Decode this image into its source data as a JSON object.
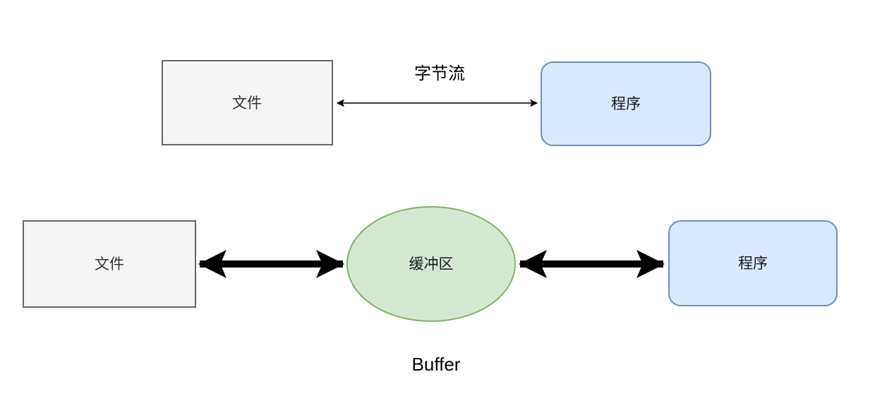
{
  "diagram": {
    "top_row": {
      "file_label": "文件",
      "stream_label": "字节流",
      "program_label": "程序"
    },
    "bottom_row": {
      "file_label": "文件",
      "buffer_label": "缓冲区",
      "program_label": "程序",
      "caption": "Buffer"
    },
    "colors": {
      "background": "#ffffff",
      "file_fill": "#f5f5f5",
      "file_stroke": "#666666",
      "program_fill": "#dae8fc",
      "program_stroke": "#6c8ebf",
      "buffer_fill": "#d5e8d4",
      "buffer_stroke": "#82b366",
      "arrow_color": "#000000"
    }
  }
}
